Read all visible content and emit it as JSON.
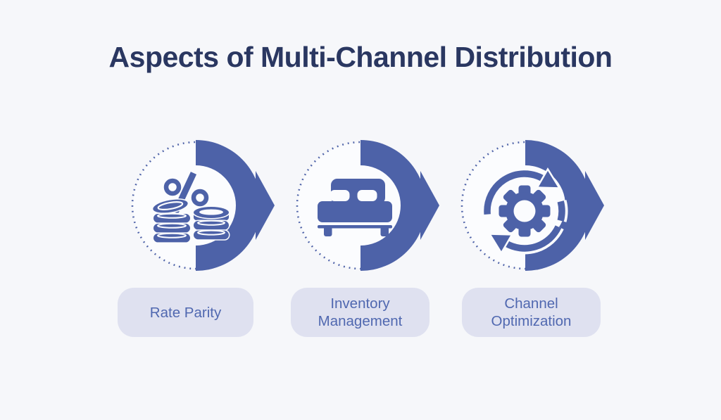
{
  "title": "Aspects of Multi-Channel Distribution",
  "items": [
    {
      "name": "rate-parity",
      "icon": "coins-percent-icon",
      "label": "Rate Parity",
      "label_lines": [
        "Rate Parity"
      ]
    },
    {
      "name": "inventory-management",
      "icon": "bed-icon",
      "label": "Inventory Management",
      "label_lines": [
        "Inventory",
        "Management"
      ]
    },
    {
      "name": "channel-optimization",
      "icon": "gear-refresh-icon",
      "label": "Channel Optimization",
      "label_lines": [
        "Channel",
        "Optimization"
      ]
    }
  ],
  "colors": {
    "page-bg": "#f6f7fa",
    "accent": "#4d62a8",
    "inner-bg": "#fbfcfe",
    "pill-bg": "#dfe1f0",
    "pill-text": "#5068b0",
    "title-text": "#2a3761"
  }
}
